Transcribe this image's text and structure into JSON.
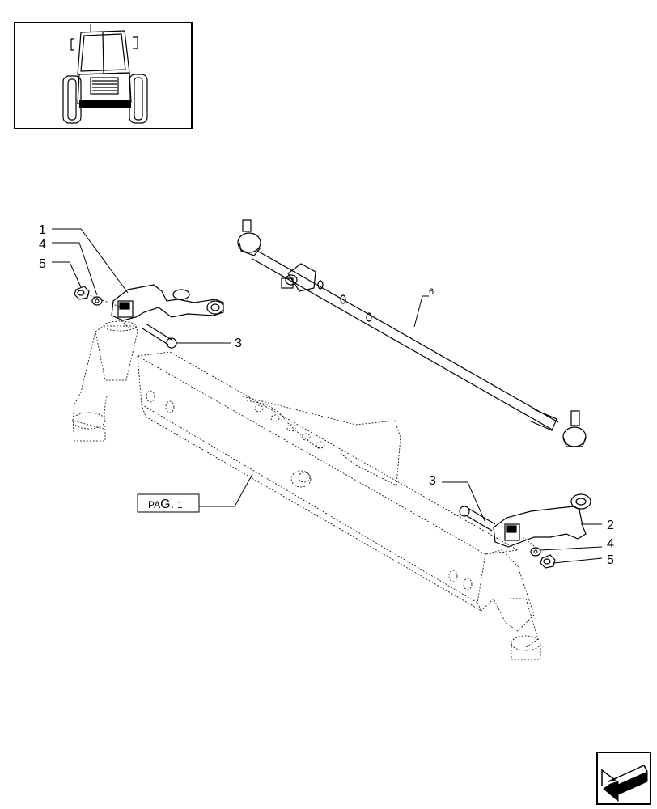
{
  "callouts": {
    "c1": "1",
    "c4_left": "4",
    "c5_left": "5",
    "c3_left": "3",
    "c6": "6",
    "c3_right": "3",
    "c2": "2",
    "c4_right": "4",
    "c5_right": "5"
  },
  "reference_box": {
    "label_prefix": "PA",
    "label_main": "G.",
    "label_suffix": "1"
  }
}
